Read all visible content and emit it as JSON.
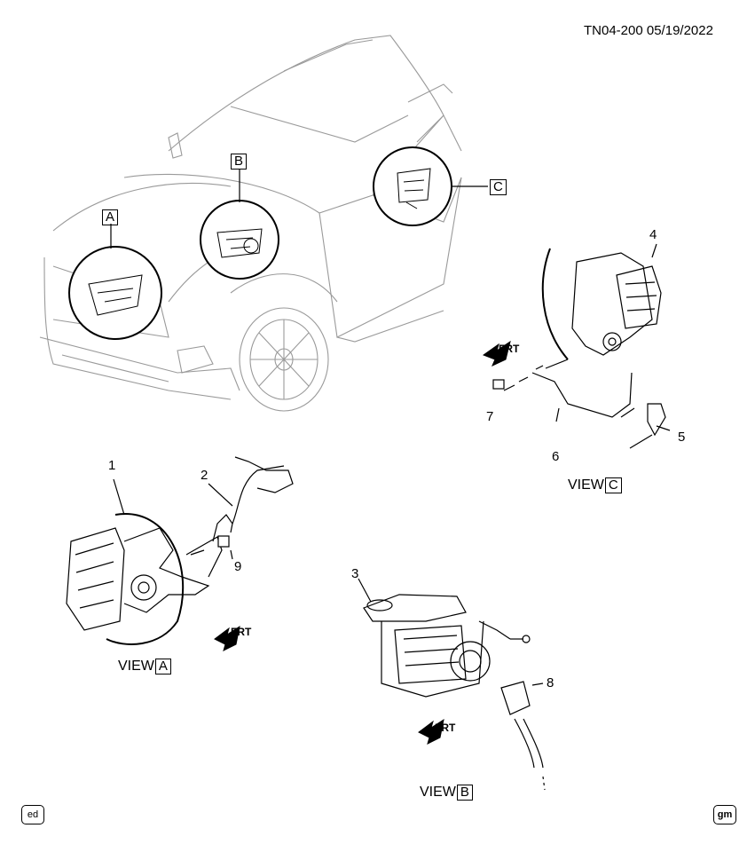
{
  "header": {
    "reference": "TN04-200  05/19/2022"
  },
  "view_labels": {
    "a": {
      "prefix": "VIEW",
      "letter": "A"
    },
    "b": {
      "prefix": "VIEW",
      "letter": "B"
    },
    "c": {
      "prefix": "VIEW",
      "letter": "C"
    }
  },
  "vehicle_locators": {
    "a": "A",
    "b": "B",
    "c": "C"
  },
  "callouts": [
    "1",
    "2",
    "3",
    "4",
    "5",
    "6",
    "7",
    "8",
    "9"
  ],
  "direction_label": "FRT",
  "footer": {
    "left_badge": "ed",
    "right_badge": "gm"
  },
  "colors": {
    "line": "#000000",
    "faint": "#9a9a9a",
    "background": "#ffffff"
  }
}
